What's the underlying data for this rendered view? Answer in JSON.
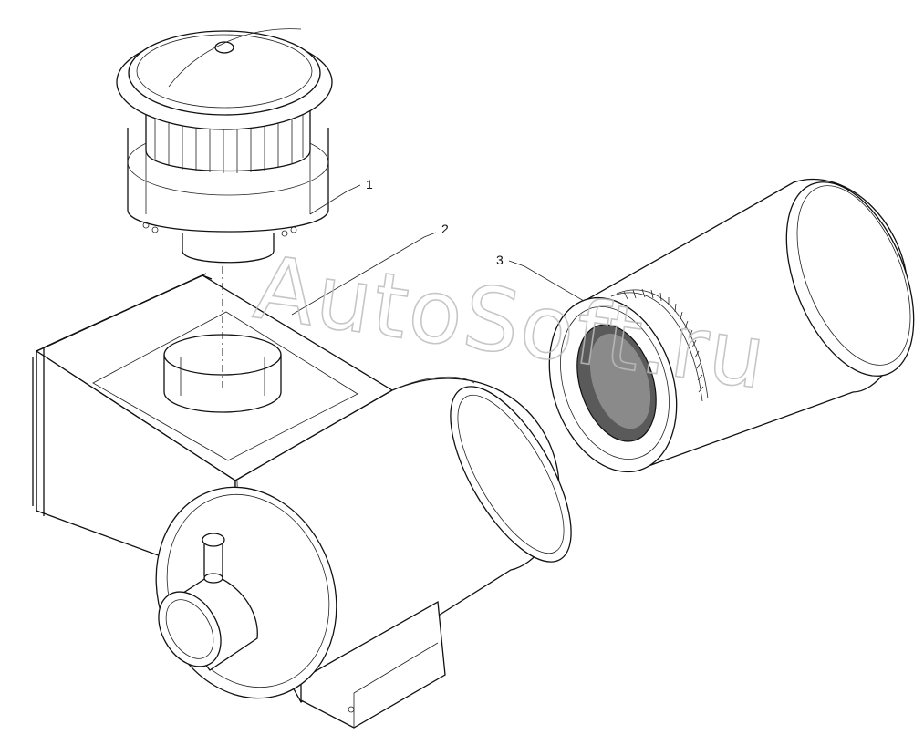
{
  "callouts": [
    {
      "label": "1"
    },
    {
      "label": "2"
    },
    {
      "label": "3"
    }
  ],
  "watermark": {
    "text": "AutoSoft.ru"
  },
  "parts": {
    "cap": "precleaner-cap-icon",
    "housing": "filter-housing-icon",
    "element": "filter-element-icon"
  }
}
